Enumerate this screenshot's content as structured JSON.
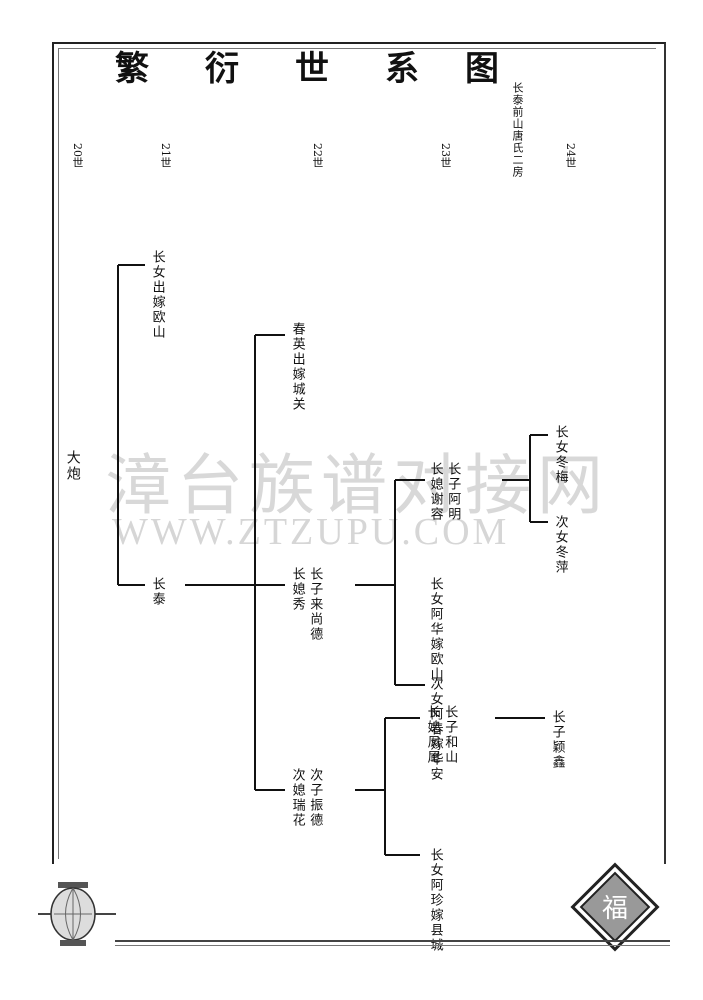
{
  "title": {
    "chars": [
      "繁",
      "衍",
      "世",
      "系",
      "图"
    ],
    "subtitle": "长泰前山唐氏二房"
  },
  "generations": [
    {
      "num": "20",
      "label": "世"
    },
    {
      "num": "21",
      "label": "世"
    },
    {
      "num": "22",
      "label": "世"
    },
    {
      "num": "23",
      "label": "世"
    },
    {
      "num": "24",
      "label": "世"
    }
  ],
  "people": {
    "dapao": [
      "大炮"
    ],
    "changnv_21": [
      "长女出嫁欧山"
    ],
    "changtai": [
      "长泰"
    ],
    "chunying": [
      "春英出嫁城关"
    ],
    "changzi_22": [
      "长子来尚德",
      "长媳秀"
    ],
    "cizi_22": [
      "次子振德",
      "次媳瑞花"
    ],
    "changzi_23a": [
      "长子阿明",
      "长媳谢容"
    ],
    "changnv_23a": [
      "长女阿华嫁欧山"
    ],
    "cinv_23a": [
      "次女阿春嫁华安"
    ],
    "changzi_23b": [
      "长子和山",
      "长媳凤尾"
    ],
    "changnv_23b": [
      "长女阿珍嫁县城"
    ],
    "changnv_24": [
      "长女冬梅"
    ],
    "cinv_24": [
      "次女冬萍"
    ],
    "changzi_24": [
      "长子颖鑫"
    ]
  },
  "watermark": {
    "cn": "漳台族谱对接网",
    "en": "WWW.ZTZUPU.COM"
  },
  "seal_char": "福"
}
